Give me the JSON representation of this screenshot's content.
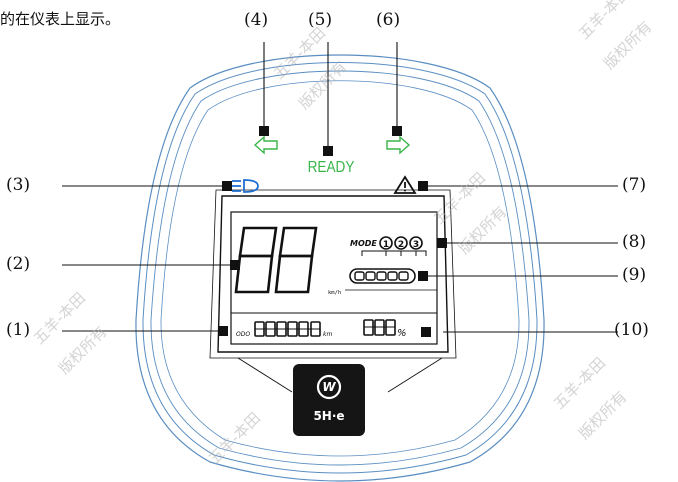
{
  "caption_fragment": "的在仪表上显示。",
  "callouts": [
    {
      "id": "1",
      "text": "(1)",
      "target": "odometer"
    },
    {
      "id": "2",
      "text": "(2)",
      "target": "speedometer"
    },
    {
      "id": "3",
      "text": "(3)",
      "target": "high-beam-indicator"
    },
    {
      "id": "4",
      "text": "(4)",
      "target": "left-turn-indicator"
    },
    {
      "id": "5",
      "text": "(5)",
      "target": "ready-indicator"
    },
    {
      "id": "6",
      "text": "(6)",
      "target": "right-turn-indicator"
    },
    {
      "id": "7",
      "text": "(7)",
      "target": "warning-indicator"
    },
    {
      "id": "8",
      "text": "(8)",
      "target": "mode-indicator"
    },
    {
      "id": "9",
      "text": "(9)",
      "target": "battery-gauge"
    },
    {
      "id": "10",
      "text": "(10)",
      "target": "battery-percentage"
    }
  ],
  "dashboard": {
    "ready_text": "READY",
    "mode_label": "MODE",
    "modes": [
      "1",
      "2",
      "3"
    ],
    "speed_unit": "km/h",
    "odo_label": "ODO",
    "odo_unit": "km",
    "percent_unit": "%",
    "logo_mark": "W",
    "logo_text": "5H·e"
  },
  "watermark": [
    "五羊-本田",
    "版权所有"
  ],
  "colors": {
    "indicator_green": "#39b54a",
    "headlight_blue": "#1f6fd1",
    "housing_blue": "#5a8ec2",
    "line": "#111111"
  }
}
